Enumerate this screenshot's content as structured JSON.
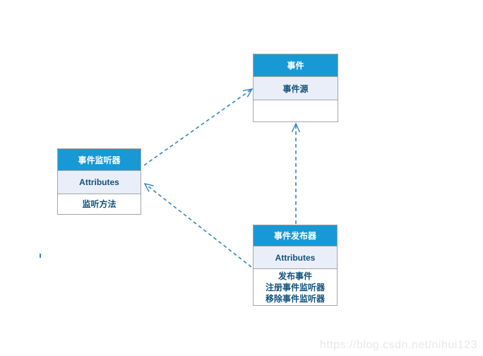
{
  "diagram": {
    "boxes": {
      "event": {
        "title": "事件",
        "attribute": "事件源",
        "methods": []
      },
      "listener": {
        "title": "事件监听器",
        "attribute": "Attributes",
        "methods": [
          "监听方法"
        ]
      },
      "publisher": {
        "title": "事件发布器",
        "attribute": "Attributes",
        "methods": [
          "发布事件",
          "注册事件监听器",
          "移除事件监听器"
        ]
      }
    },
    "relations": [
      {
        "from": "listener",
        "to": "event",
        "style": "dashed-open-arrow"
      },
      {
        "from": "publisher",
        "to": "event",
        "style": "dashed-open-arrow"
      },
      {
        "from": "publisher",
        "to": "listener",
        "style": "dashed-open-arrow"
      }
    ],
    "colors": {
      "header_bg": "#1899d6",
      "attr_bg": "#e9eef8",
      "border": "#a6a6a6",
      "body_text": "#12527c",
      "arrow": "#2e86c4"
    }
  },
  "watermark": {
    "text": "https://blog.csdn.net/nihui123"
  }
}
